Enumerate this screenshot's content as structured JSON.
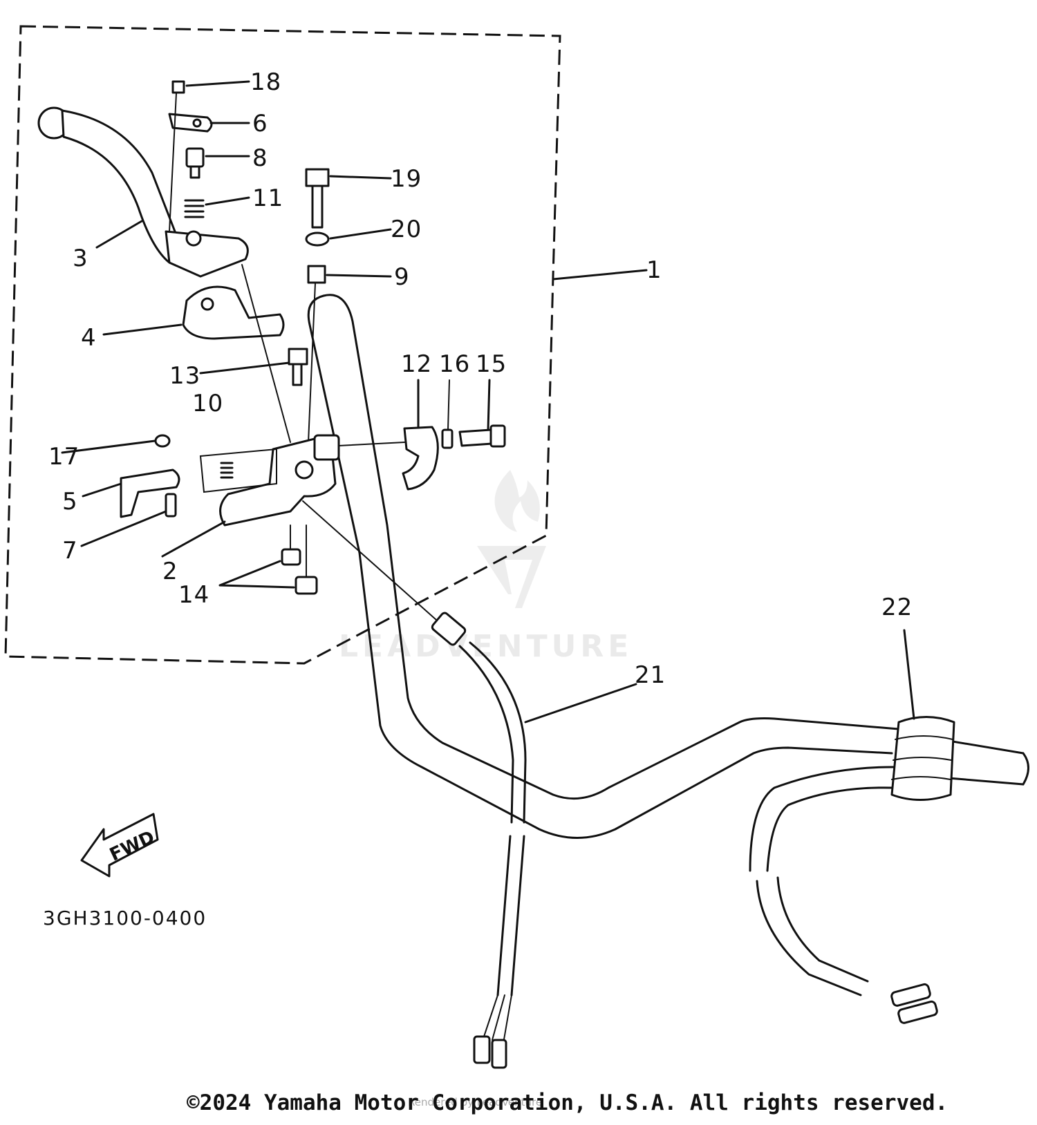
{
  "diagram": {
    "callouts": [
      {
        "id": "c1",
        "text": "1"
      },
      {
        "id": "c2",
        "text": "2"
      },
      {
        "id": "c3",
        "text": "3"
      },
      {
        "id": "c4",
        "text": "4"
      },
      {
        "id": "c5",
        "text": "5"
      },
      {
        "id": "c6",
        "text": "6"
      },
      {
        "id": "c7",
        "text": "7"
      },
      {
        "id": "c8",
        "text": "8"
      },
      {
        "id": "c9",
        "text": "9"
      },
      {
        "id": "c10",
        "text": "10"
      },
      {
        "id": "c11",
        "text": "11"
      },
      {
        "id": "c12",
        "text": "12"
      },
      {
        "id": "c13",
        "text": "13"
      },
      {
        "id": "c14",
        "text": "14"
      },
      {
        "id": "c15",
        "text": "15"
      },
      {
        "id": "c16",
        "text": "16"
      },
      {
        "id": "c17",
        "text": "17"
      },
      {
        "id": "c18",
        "text": "18"
      },
      {
        "id": "c19",
        "text": "19"
      },
      {
        "id": "c20",
        "text": "20"
      },
      {
        "id": "c21",
        "text": "21"
      },
      {
        "id": "c22",
        "text": "22"
      }
    ],
    "direction_label": "FWD",
    "diagram_code": "3GH3100-0400"
  },
  "watermark": {
    "brand": "LEADVENTURE",
    "rendered_by": "Rendered by LeadVenture"
  },
  "footer": {
    "copyright": "©2024 Yamaha Motor Corporation, U.S.A. All rights reserved."
  }
}
